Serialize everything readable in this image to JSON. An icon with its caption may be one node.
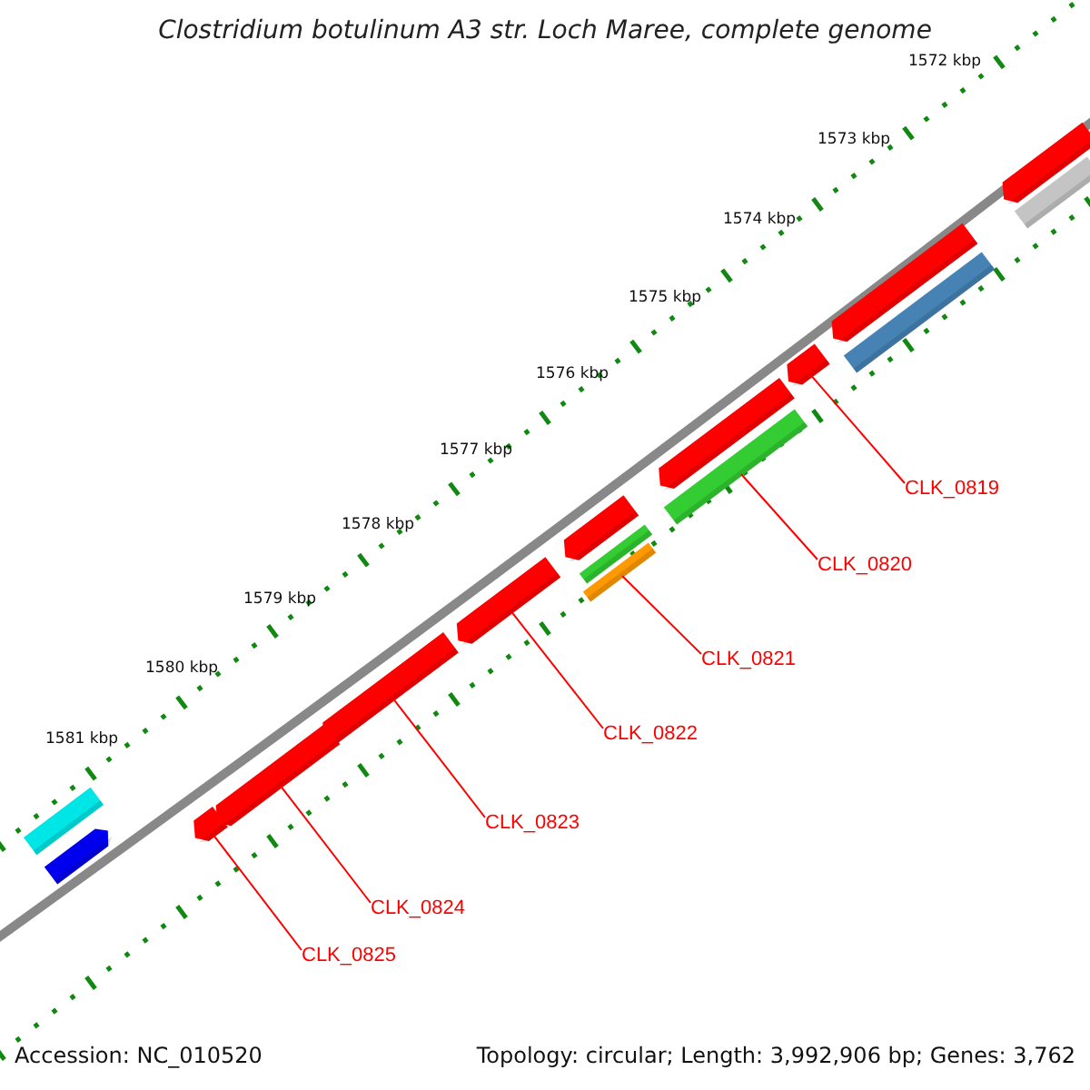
{
  "diagram": {
    "title": "Clostridium botulinum A3 str. Loch Maree, complete genome",
    "nodes": [
      {
        "text": [
          "CLK_0819"
        ]
      },
      {
        "text": [
          "CLK_0820"
        ]
      },
      {
        "text": [
          "CLK_0821"
        ]
      },
      {
        "text": [
          "CLK_0822"
        ]
      },
      {
        "text": [
          "CLK_0823"
        ]
      },
      {
        "text": [
          "CLK_0824"
        ]
      },
      {
        "text": [
          "CLK_0825"
        ]
      },
      {
        "text": [],
        "shape": "bar"
      },
      {
        "text": [],
        "shape": "bar"
      },
      {
        "text": [],
        "shape": "bar"
      },
      {
        "text": [],
        "shape": "bar"
      },
      {
        "text": [],
        "shape": "bar"
      },
      {
        "text": [],
        "shape": "bar"
      },
      {
        "text": [],
        "shape": "bar"
      },
      {
        "text": [],
        "shape": "bar"
      },
      {
        "text": [],
        "shape": "bar"
      },
      {
        "text": [],
        "shape": "bar"
      },
      {
        "text": [],
        "shape": "bar"
      },
      {
        "text": [],
        "shape": "bar"
      },
      {
        "text": [],
        "shape": "bar"
      },
      {
        "text": [],
        "shape": "bar"
      },
      {
        "text": [],
        "shape": "bar"
      },
      {
        "text": [],
        "shape": "bar"
      }
    ],
    "edges": [
      {
        "from": 0,
        "to": 11,
        "arrow": "none"
      },
      {
        "from": 1,
        "to": 13,
        "arrow": "none"
      },
      {
        "from": 2,
        "to": 16,
        "arrow": "none"
      },
      {
        "from": 3,
        "to": 17,
        "arrow": "none"
      },
      {
        "from": 4,
        "to": 18,
        "arrow": "none"
      },
      {
        "from": 5,
        "to": 19,
        "arrow": "none"
      },
      {
        "from": 6,
        "to": 21,
        "arrow": "none"
      }
    ],
    "labels": [
      "1572 kbp",
      "1573 kbp",
      "1574 kbp",
      "1575 kbp",
      "1576 kbp",
      "1577 kbp",
      "1578 kbp",
      "1579 kbp",
      "1580 kbp",
      "1581 kbp",
      "Accession: NC_010520",
      "Topology: circular; Length: 3,992,906 bp; Genes: 3,762"
    ]
  }
}
